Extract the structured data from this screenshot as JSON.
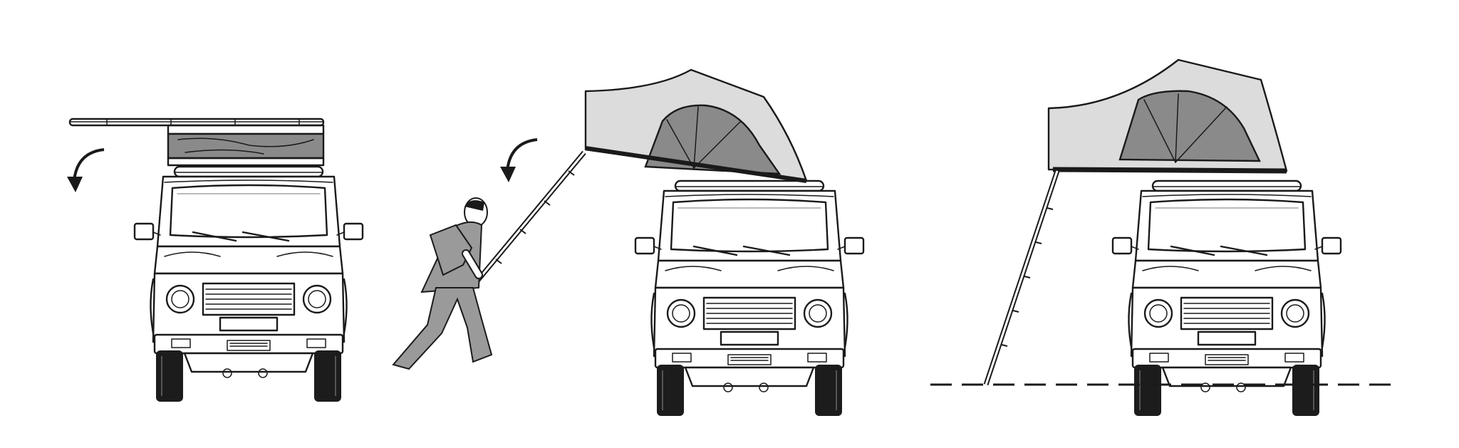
{
  "diagram": {
    "steps": [
      {
        "id": "step-1",
        "description_icon": "rotate-arrow-icon"
      },
      {
        "id": "step-2",
        "description_icon": "rotate-arrow-icon"
      },
      {
        "id": "step-3",
        "description_icon": "ground-line"
      }
    ],
    "colors": {
      "ink": "#1a1a1a",
      "canvas_light": "#dcdcdc",
      "canvas_dark": "#8a8a8a",
      "person": "#9a9a9a"
    }
  }
}
